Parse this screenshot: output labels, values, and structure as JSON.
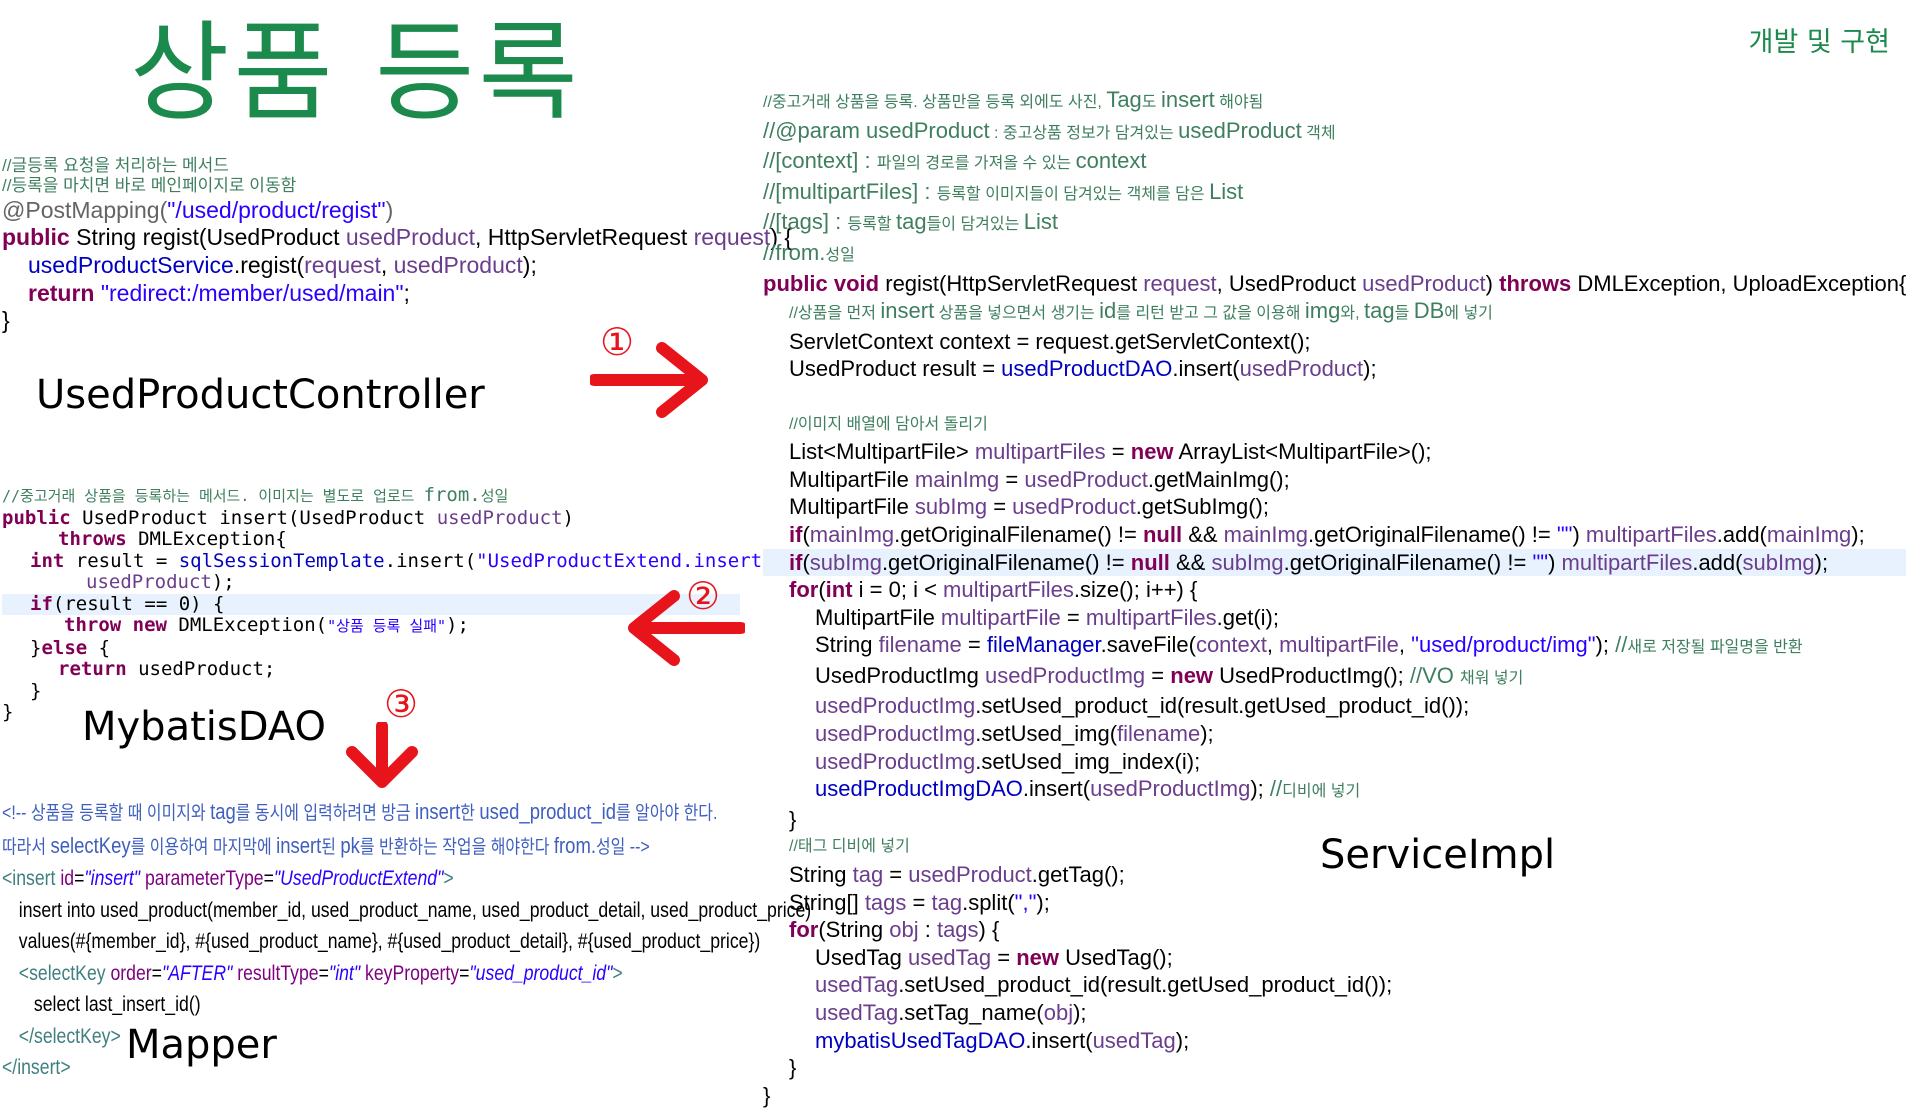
{
  "slide": {
    "title": "상품 등록",
    "section": "개발 및 구현"
  },
  "labels": {
    "controller": "UsedProductController",
    "dao": "MybatisDAO",
    "mapper": "Mapper",
    "service": "ServiceImpl"
  },
  "steps": {
    "one": "①",
    "two": "②",
    "three": "③"
  },
  "controller_code": {
    "c1": "//글등록 요청을 처리하는 메서드",
    "c2": "//등록을 마치면 바로 메인페이지로 이동함",
    "ann": "@PostMapping(",
    "ann_str": "\"/used/product/regist\"",
    "ann_end": ")",
    "sig_kw": "public",
    "sig1": " String regist(UsedProduct ",
    "sig_v1": "usedProduct",
    "sig2": ", HttpServletRequest ",
    "sig_v2": "request",
    "sig3": ") {",
    "l1_f": "usedProductService",
    "l1a": ".regist(",
    "l1_v1": "request",
    "l1b": ", ",
    "l1_v2": "usedProduct",
    "l1c": ");",
    "ret_kw": "return",
    "ret_str": " \"redirect:/member/used/main\"",
    "ret_end": ";",
    "close": "}"
  },
  "dao_code": {
    "c1": "//중고거래 상품을 등록하는 메서드. 이미지는 별도로 업로드 ",
    "c1b": "from.",
    "c1c": "성일",
    "sig_kw": "public",
    "sig1": " UsedProduct insert(UsedProduct ",
    "sig_v": "usedProduct",
    "sig2": ")",
    "throws_kw": "throws",
    "throws": " DMLException{",
    "int_kw": "int",
    "res1": " result = ",
    "res_f": "sqlSessionTemplate",
    "res2": ".insert(",
    "res_str": "\"UsedProductExtend.insert\"",
    "res3": ",",
    "res4": "usedProduct",
    "res5": ");",
    "if_kw": "if",
    "if1": "(result == 0) {",
    "thr_kw": "throw new",
    "thr1": " DMLException(",
    "thr_str": "\"상품 등록 실패\"",
    "thr2": ");",
    "close1": "}",
    "else_kw": "else",
    "else1": " {",
    "ret_kw": "return",
    "ret1": " usedProduct;",
    "close2": "}",
    "close3": "}"
  },
  "mapper_code": {
    "c1a": "<!-- 상품을 등록할 때 이미지와 ",
    "c1b": "tag",
    "c1c": "를 동시에 입력하려면 방금 ",
    "c1d": "insert",
    "c1e": "한 ",
    "c1f": "used_product_id",
    "c1g": "를 알아야 한다.",
    "c2a": "따라서 ",
    "c2b": "selectKey",
    "c2c": "를 이용하여 마지막에 ",
    "c2d": "insert",
    "c2e": "된 ",
    "c2f": "pk",
    "c2g": "를 반환하는 작업을 해야한다 ",
    "c2h": "from.",
    "c2i": "성일 -->",
    "ins_open": "<insert ",
    "ins_a1": "id",
    "ins_v1": "\"insert\"",
    "ins_a2": "parameterType",
    "ins_v2": "\"UsedProductExtend\"",
    "ins_close": ">",
    "sql1": "insert into used_product(member_id, used_product_name, used_product_detail, used_product_price)",
    "sql2": "values(#{member_id}, #{used_product_name}, #{used_product_detail}, #{used_product_price})",
    "sk_open": "<selectKey ",
    "sk_a1": "order",
    "sk_v1": "\"AFTER\"",
    "sk_a2": "resultType",
    "sk_v2": "\"int\"",
    "sk_a3": "keyProperty",
    "sk_v3": "\"used_product_id\"",
    "sk_close": ">",
    "sel": "select last_insert_id()",
    "sk_end": "</selectKey>",
    "ins_end": "</insert>"
  },
  "service_code": {
    "h1a": "//중고거래 상품을 등록. 상품만을 등록 외에도 사진, ",
    "h1b": "Tag",
    "h1c": "도 ",
    "h1d": "insert",
    "h1e": " 해야됨",
    "h2a": "//@param ",
    "h2b": "usedProduct",
    "h2c": " : 중고상품 정보가 담겨있는 ",
    "h2d": "usedProduct",
    "h2e": " 객체",
    "h3a": "//[context] : ",
    "h3b": "파일의 경로를 가져올 수 있는 ",
    "h3c": "context",
    "h4a": "//[multipartFiles] : ",
    "h4b": "등록할 이미지들이 담겨있는 객체를 담은 ",
    "h4c": "List",
    "h5a": "//[tags] : ",
    "h5b": "등록할 ",
    "h5c": "tag",
    "h5d": "들이 담겨있는 ",
    "h5e": "List",
    "h6a": "//from.",
    "h6b": "성일",
    "sig_kw": "public void",
    "sig1": " regist(HttpServletRequest ",
    "sig_v1": "request",
    "sig2": ", UsedProduct ",
    "sig_v2": "usedProduct",
    "sig3": ") ",
    "sig_kw2": "throws",
    "sig4": " DMLException, UploadException{",
    "m1a": "//상품을 먼저 ",
    "m1b": "insert",
    "m1c": " 상품을 넣으면서 생기는 ",
    "m1d": "id",
    "m1e": "를 리턴 받고 그 값을 이용해 ",
    "m1f": "img",
    "m1g": "와, ",
    "m1h": "tag",
    "m1i": "들 ",
    "m1j": "DB",
    "m1k": "에 넣기",
    "ctx1": "ServletContext context = request.getServletContext();",
    "res1": "UsedProduct result = ",
    "res_f": "usedProductDAO",
    "res2": ".insert(",
    "res_v": "usedProduct",
    "res3": ");",
    "m2": "//이미지 배열에 담아서 돌리기",
    "lst1": "List<MultipartFile> ",
    "lst_v": "multipartFiles",
    "lst2": " = ",
    "lst_kw": "new",
    "lst3": " ArrayList<MultipartFile>();",
    "mi1": "MultipartFile ",
    "mi_v": "mainImg",
    "mi2": " = ",
    "mi_v2": "usedProduct",
    "mi3": ".getMainImg();",
    "si1": "MultipartFile ",
    "si_v": "subImg",
    "si2": " = ",
    "si_v2": "usedProduct",
    "si3": ".getSubImg();",
    "if1_kw": "if",
    "if1a": "(",
    "if1_v": "mainImg",
    "if1b": ".getOriginalFilename() != ",
    "if1_null": "null",
    "if1c": " && ",
    "if1_v2": "mainImg",
    "if1d": ".getOriginalFilename() != ",
    "if1_str": "\"\"",
    "if1e": ") ",
    "if1_v3": "multipartFiles",
    "if1f": ".add(",
    "if1_v4": "mainImg",
    "if1g": ");",
    "if2_kw": "if",
    "if2a": "(",
    "if2_v": "subImg",
    "if2b": ".getOriginalFilename() != ",
    "if2_null": "null",
    "if2c": " && ",
    "if2_v2": "subImg",
    "if2d": ".getOriginalFilename() != ",
    "if2_str": "\"\"",
    "if2e": ") ",
    "if2_v3": "multipartFiles",
    "if2f": ".add(",
    "if2_v4": "subImg",
    "if2g": ");",
    "for_kw": "for",
    "for_a": "(",
    "for_kw2": "int",
    "for_b": " i = 0; i < ",
    "for_v": "multipartFiles",
    "for_c": ".size(); i++) {",
    "f1a": "MultipartFile ",
    "f1_v": "multipartFile",
    "f1b": " = ",
    "f1_v2": "multipartFiles",
    "f1c": ".get(i);",
    "f2a": "String ",
    "f2_v": "filename",
    "f2b": " = ",
    "f2_f": "fileManager",
    "f2c": ".saveFile(",
    "f2_v2": "context",
    "f2d": ", ",
    "f2_v3": "multipartFile",
    "f2e": ", ",
    "f2_str": "\"used/product/img\"",
    "f2f": "); ",
    "f2_c1": "//",
    "f2_c2": "새로 저장될 파일명을 반환",
    "f3a": "UsedProductImg ",
    "f3_v": "usedProductImg",
    "f3b": " = ",
    "f3_kw": "new",
    "f3c": " UsedProductImg(); ",
    "f3_c1": "//VO ",
    "f3_c2": "채워 넣기",
    "f4_v": "usedProductImg",
    "f4a": ".setUsed_product_id(result.getUsed_product_id());",
    "f5_v": "usedProductImg",
    "f5a": ".setUsed_img(",
    "f5_v2": "filename",
    "f5b": ");",
    "f6_v": "usedProductImg",
    "f6a": ".setUsed_img_index(i);",
    "f7_f": "usedProductImgDAO",
    "f7a": ".insert(",
    "f7_v": "usedProductImg",
    "f7b": "); ",
    "f7_c1": "//",
    "f7_c2": "디비에 넣기",
    "close1": "}",
    "m3": "//태그 디비에 넣기",
    "t1a": "String ",
    "t1_v": "tag",
    "t1b": " = ",
    "t1_v2": "usedProduct",
    "t1c": ".getTag();",
    "t2a": "String[] ",
    "t2_v": "tags",
    "t2b": " = ",
    "t2_v2": "tag",
    "t2c": ".split(",
    "t2_str": "\",\"",
    "t2d": ");",
    "t3_kw": "for",
    "t3a": "(String ",
    "t3_v": "obj",
    "t3b": " : ",
    "t3_v2": "tags",
    "t3c": ") {",
    "t4a": "UsedTag ",
    "t4_v": "usedTag",
    "t4b": " = ",
    "t4_kw": "new",
    "t4c": " UsedTag();",
    "t5_v": "usedTag",
    "t5a": ".setUsed_product_id(result.getUsed_product_id());",
    "t6_v": "usedTag",
    "t6a": ".setTag_name(",
    "t6_v2": "obj",
    "t6b": ");",
    "t7_f": "mybatisUsedTagDAO",
    "t7a": ".insert(",
    "t7_v": "usedTag",
    "t7b": ");",
    "close2": "}",
    "close3": "}"
  },
  "colors": {
    "title": "#1b8a4c",
    "arrow": "#e8141b",
    "comment": "#3f7f5f",
    "keyword": "#7f0055",
    "string": "#2a00ff"
  }
}
